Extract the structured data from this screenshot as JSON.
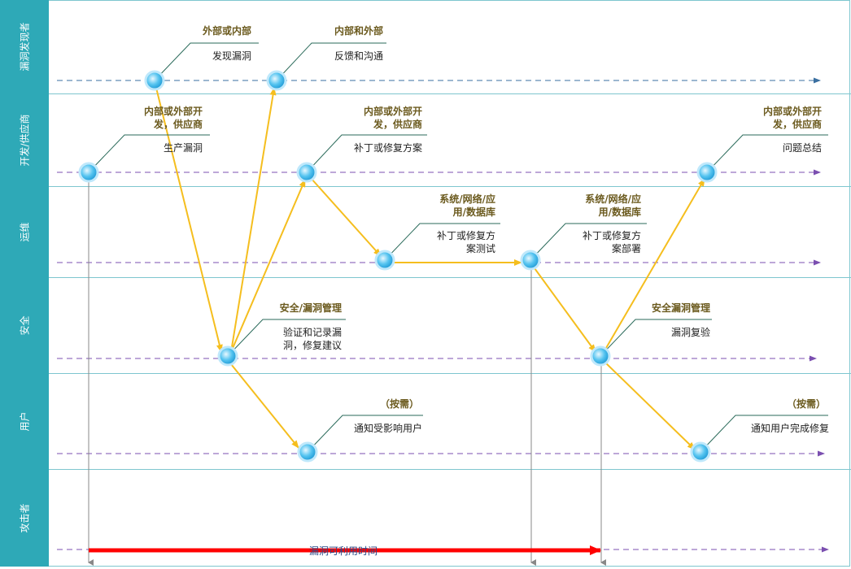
{
  "lanes": [
    {
      "label": "漏洞发现者"
    },
    {
      "label": "开发/供应商"
    },
    {
      "label": "运维"
    },
    {
      "label": "安全"
    },
    {
      "label": "用户"
    },
    {
      "label": "攻击者"
    }
  ],
  "nodes": [
    {
      "role": "外部或内部",
      "action": "发现漏洞"
    },
    {
      "role": "内部和外部",
      "action": "反馈和沟通"
    },
    {
      "role": "内部或外部开\n发，供应商",
      "action": "生产漏洞"
    },
    {
      "role": "内部或外部开\n发，供应商",
      "action": "补丁或修复方案"
    },
    {
      "role": "内部或外部开\n发，供应商",
      "action": "问题总结"
    },
    {
      "role": "系统/网络/应\n用/数据库",
      "action": "补丁或修复方\n案测试"
    },
    {
      "role": "系统/网络/应\n用/数据库",
      "action": "补丁或修复方\n案部署"
    },
    {
      "role": "安全/漏洞管理",
      "action": "验证和记录漏\n洞，修复建议"
    },
    {
      "role": "安全漏洞管理",
      "action": "漏洞复验"
    },
    {
      "role": "（按需）",
      "action": "通知受影响用户"
    },
    {
      "role": "（按需）",
      "action": "通知用户完成修复"
    }
  ],
  "exposure_label": "漏洞可利用时间",
  "colors": {
    "lane_side": "#2ea9b7",
    "flow_arrow": "#f5be1e",
    "exposure_bar": "#ff0000",
    "dashed_first": "#3a6fa0",
    "dashed": "#7b4fb0",
    "node": "#3fb4ea"
  }
}
